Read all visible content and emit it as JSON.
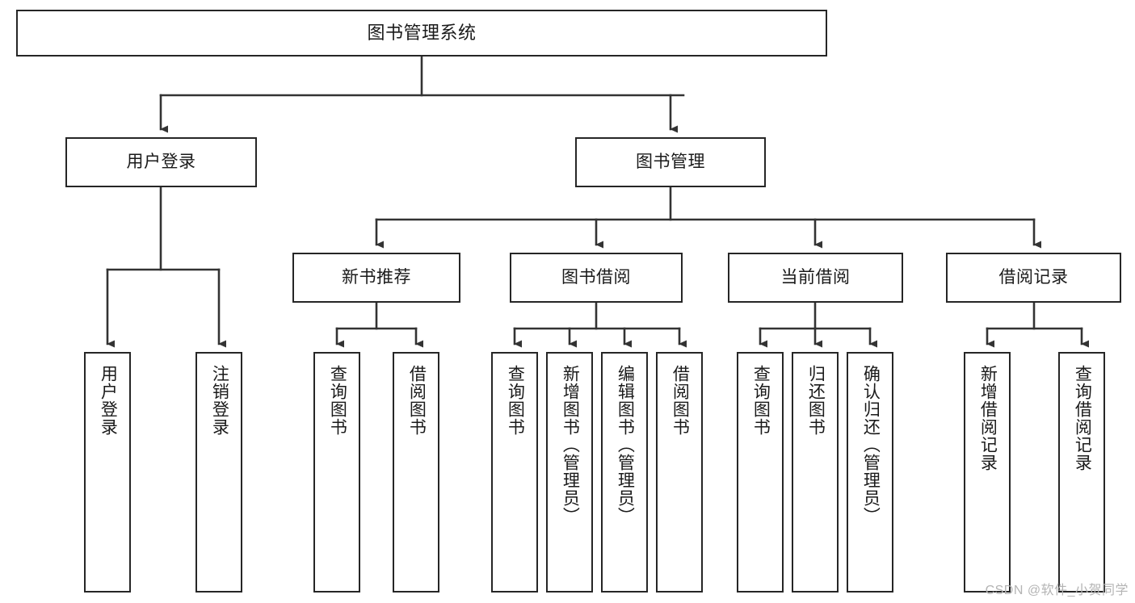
{
  "diagram": {
    "title": "图书管理系统",
    "watermark": "CSDN @软件_小贺同学",
    "style": {
      "border_color": "#262626",
      "background": "#ffffff",
      "text_color": "#1a1a1a",
      "watermark_color": "#b4b4b4",
      "line_color": "#333333"
    },
    "root": {
      "label": "图书管理系统"
    },
    "level1": [
      {
        "label": "用户登录"
      },
      {
        "label": "图书管理"
      }
    ],
    "level2": [
      {
        "label": "新书推荐"
      },
      {
        "label": "图书借阅"
      },
      {
        "label": "当前借阅"
      },
      {
        "label": "借阅记录"
      }
    ],
    "leaves": {
      "user_login": [
        {
          "label": "用户登录"
        },
        {
          "label": "注销登录"
        }
      ],
      "new_book_recommend": [
        {
          "label": "查询图书"
        },
        {
          "label": "借阅图书"
        }
      ],
      "book_borrow": [
        {
          "label": "查询图书"
        },
        {
          "label": "新增图书（管理员）"
        },
        {
          "label": "编辑图书（管理员）"
        },
        {
          "label": "借阅图书"
        }
      ],
      "current_borrow": [
        {
          "label": "查询图书"
        },
        {
          "label": "归还图书"
        },
        {
          "label": "确认归还（管理员）"
        }
      ],
      "borrow_record": [
        {
          "label": "新增借阅记录"
        },
        {
          "label": "查询借阅记录"
        }
      ]
    }
  }
}
